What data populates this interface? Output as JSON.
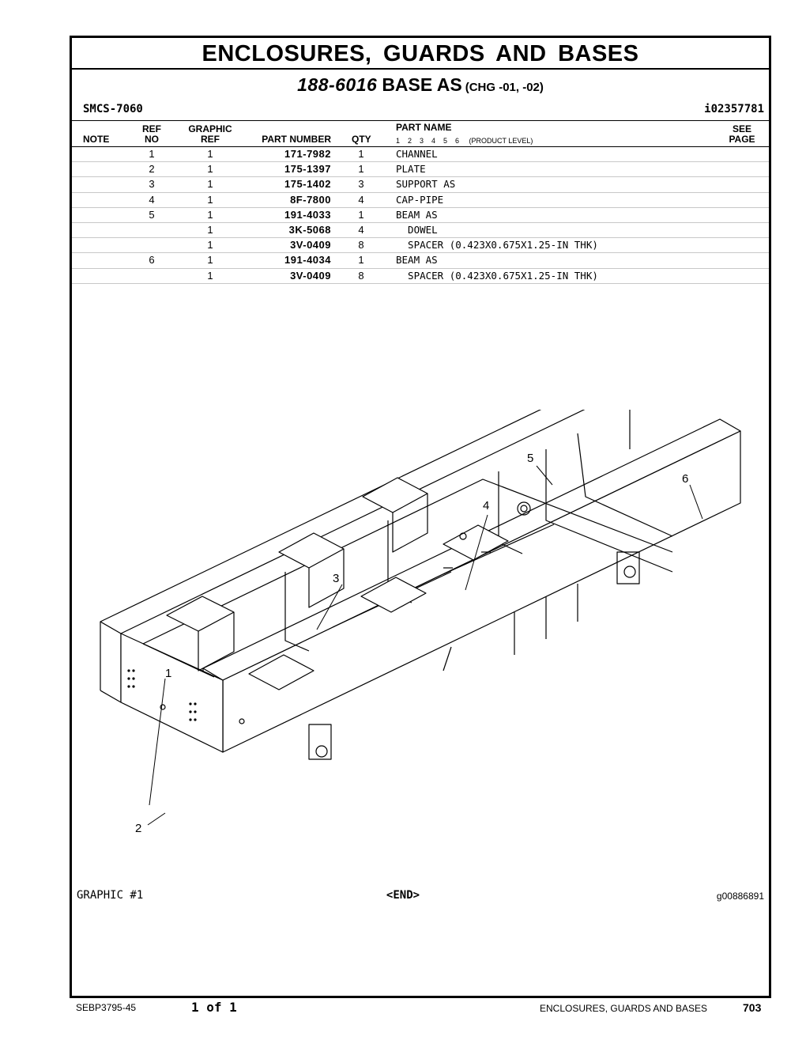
{
  "section_title": "ENCLOSURES, GUARDS AND BASES",
  "assembly": {
    "part_number": "188-6016",
    "name": "BASE AS",
    "change": "(CHG -01, -02)"
  },
  "smcs": "SMCS-7060",
  "info_id": "i02357781",
  "columns": {
    "note": "NOTE",
    "ref_top": "REF",
    "ref_bottom": "NO",
    "graphic_top": "GRAPHIC",
    "graphic_bottom": "REF",
    "part_number": "PART NUMBER",
    "qty": "QTY",
    "part_name": "PART NAME",
    "levels": "1    2    3    4    5    6     (PRODUCT LEVEL)",
    "see_top": "SEE",
    "see_bottom": "PAGE"
  },
  "rows": [
    {
      "ref": "1",
      "graphic": "1",
      "part": "171-7982",
      "qty": "1",
      "name": "CHANNEL"
    },
    {
      "ref": "2",
      "graphic": "1",
      "part": "175-1397",
      "qty": "1",
      "name": "PLATE"
    },
    {
      "ref": "3",
      "graphic": "1",
      "part": "175-1402",
      "qty": "3",
      "name": "SUPPORT AS"
    },
    {
      "ref": "4",
      "graphic": "1",
      "part": "8F-7800",
      "qty": "4",
      "name": "CAP-PIPE"
    },
    {
      "ref": "5",
      "graphic": "1",
      "part": "191-4033",
      "qty": "1",
      "name": "BEAM AS"
    },
    {
      "ref": "",
      "graphic": "1",
      "part": "3K-5068",
      "qty": "4",
      "name": "  DOWEL"
    },
    {
      "ref": "",
      "graphic": "1",
      "part": "3V-0409",
      "qty": "8",
      "name": "  SPACER (0.423X0.675X1.25-IN THK)"
    },
    {
      "ref": "6",
      "graphic": "1",
      "part": "191-4034",
      "qty": "1",
      "name": "BEAM AS"
    },
    {
      "ref": "",
      "graphic": "1",
      "part": "3V-0409",
      "qty": "8",
      "name": "  SPACER (0.423X0.675X1.25-IN THK)"
    }
  ],
  "callouts": [
    "1",
    "2",
    "3",
    "4",
    "5",
    "6"
  ],
  "graphic_label": "GRAPHIC #1",
  "end_label": "<END>",
  "graphic_id": "g00886891",
  "footer": {
    "doc": "SEBP3795-45",
    "page_of": "1 of 1",
    "section": "ENCLOSURES, GUARDS AND BASES",
    "page_number": "703"
  }
}
